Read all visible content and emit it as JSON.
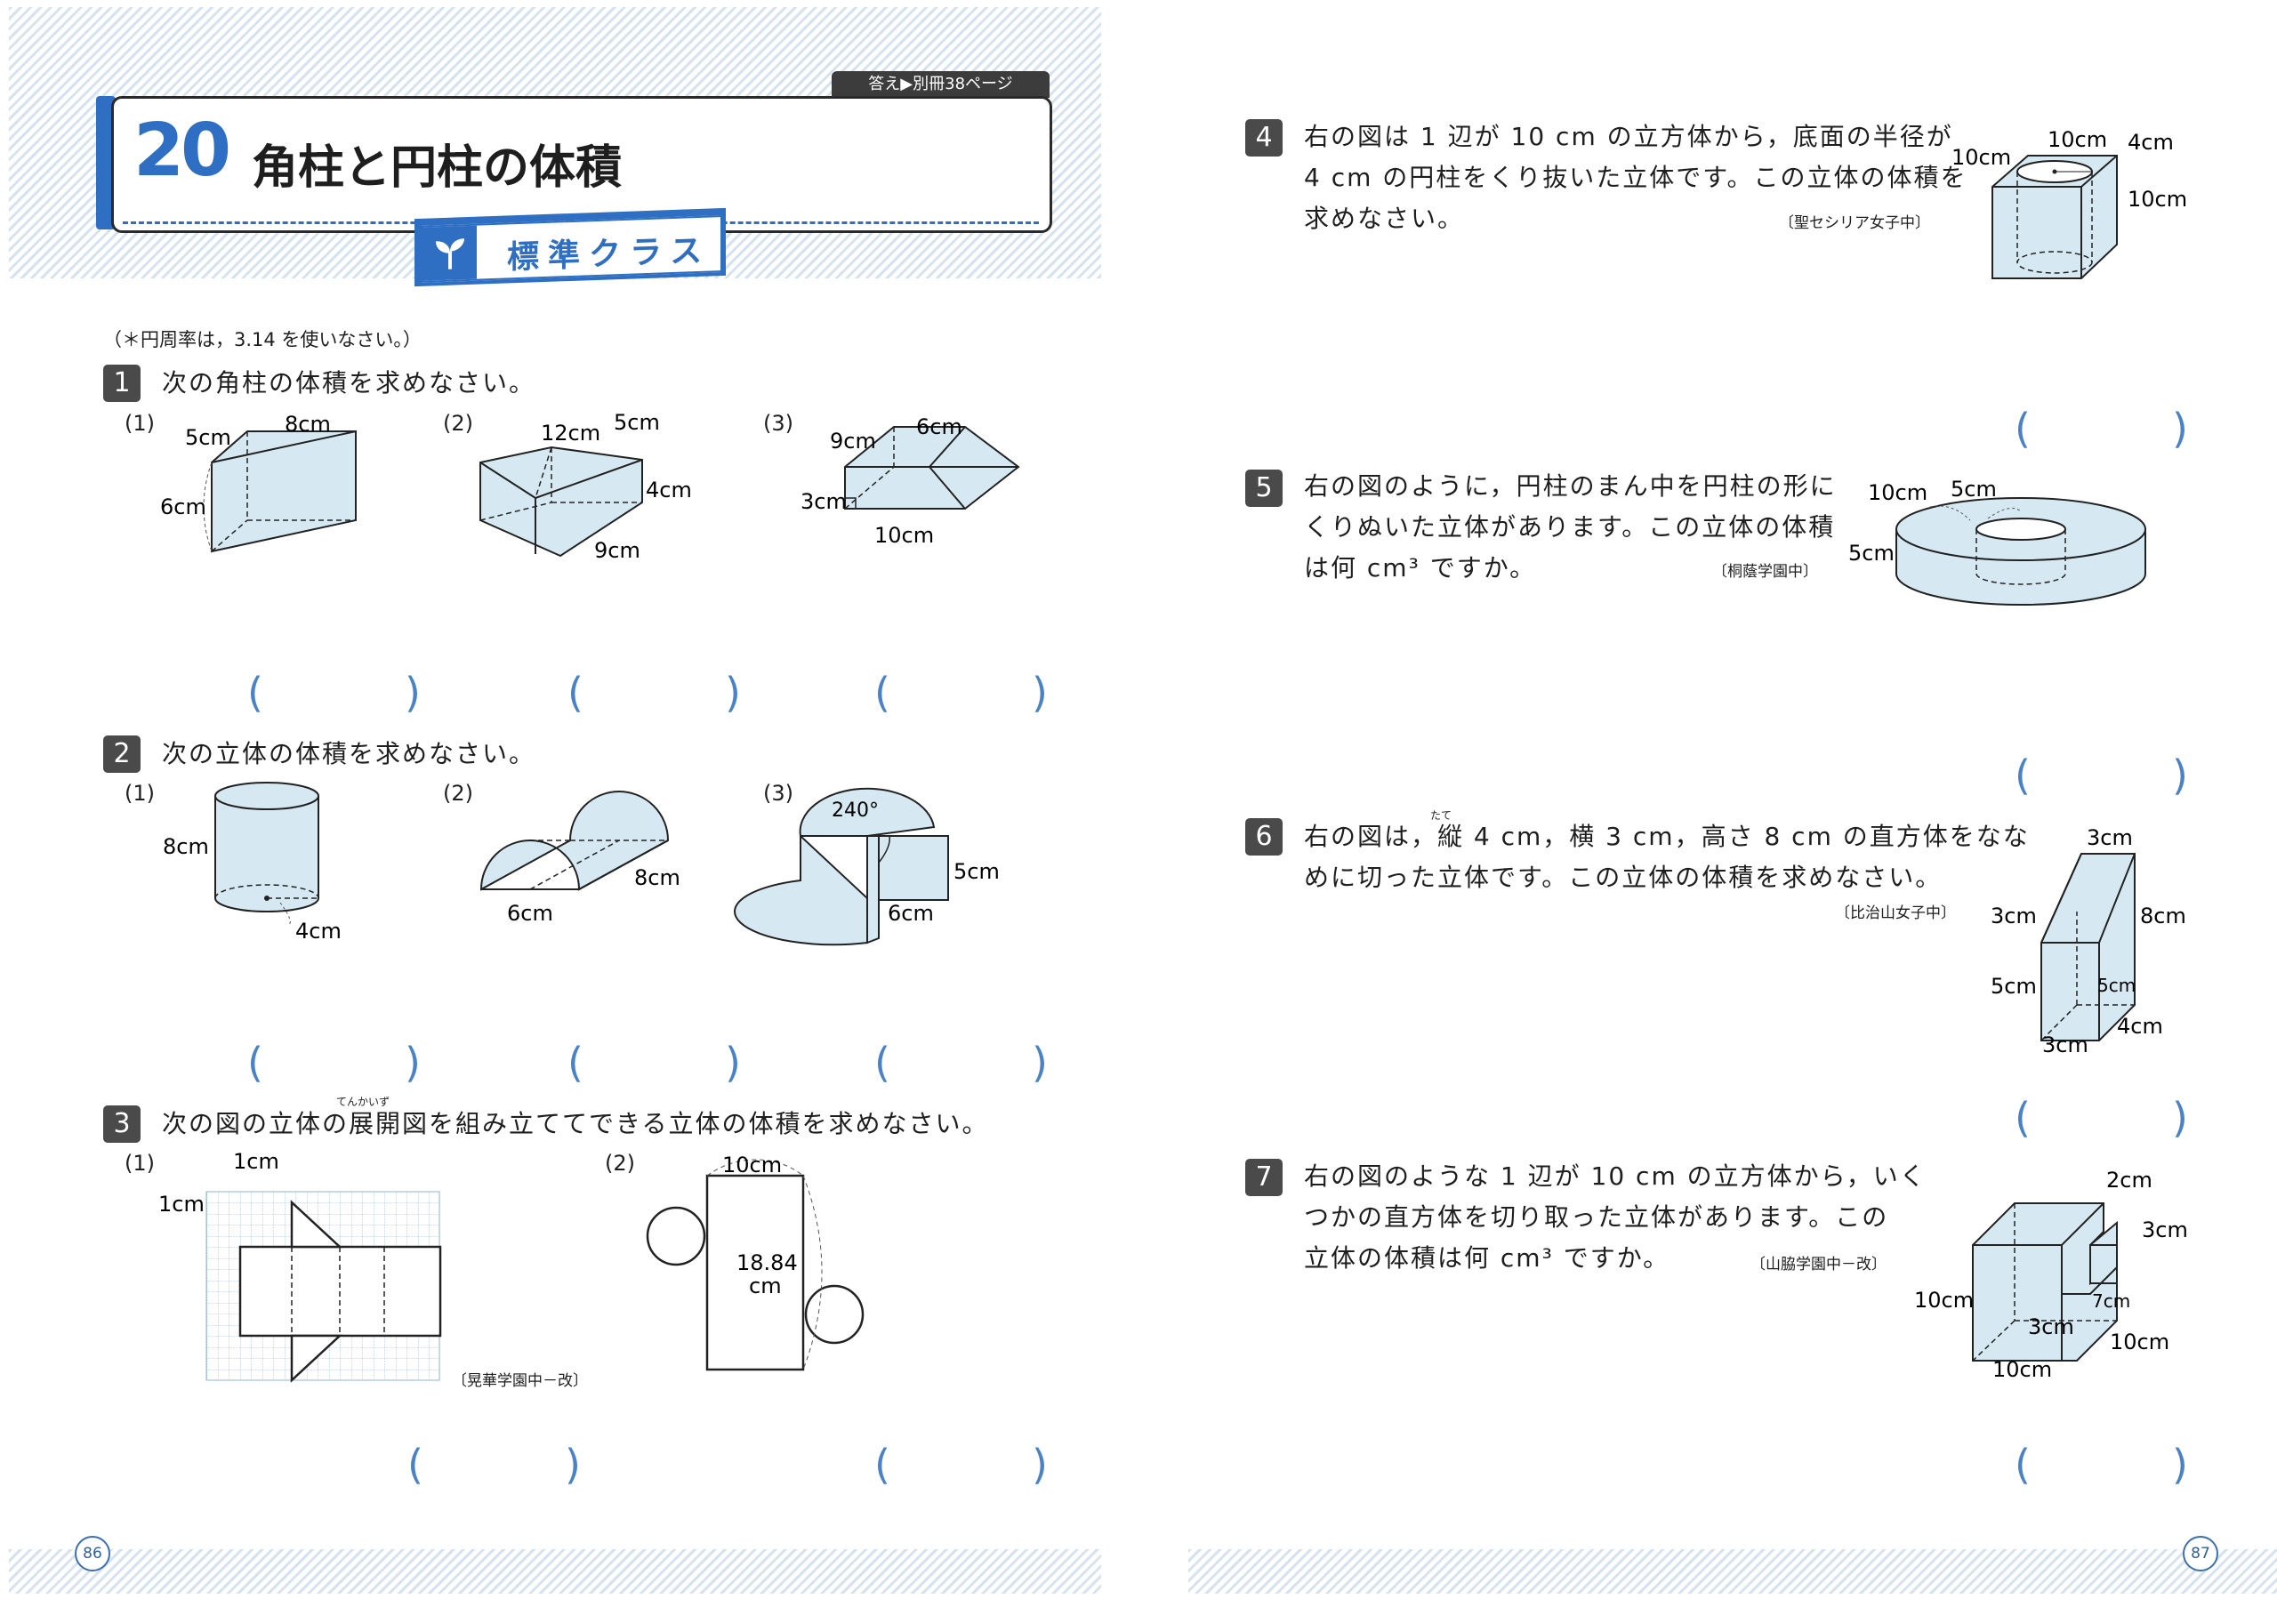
{
  "header": {
    "answer_ref": "答え▶別冊38ページ",
    "number": "20",
    "title": "角柱と円柱の体積",
    "class_label": "標準クラス"
  },
  "note": "（＊円周率は，3.14 を使いなさい。）",
  "questions": {
    "q1": {
      "num": "1",
      "text": "次の角柱の体積を求めなさい。",
      "subs": [
        "(1)",
        "(2)",
        "(3)"
      ]
    },
    "q2": {
      "num": "2",
      "text": "次の立体の体積を求めなさい。",
      "subs": [
        "(1)",
        "(2)",
        "(3)"
      ]
    },
    "q3": {
      "num": "3",
      "text": "次の図の立体の展開図を組み立ててできる立体の体積を求めなさい。",
      "ruby": "てんかいず",
      "subs": [
        "(1)",
        "(2)"
      ],
      "source": "〔晃華学園中－改〕"
    },
    "q4": {
      "num": "4",
      "lines": [
        "右の図は 1 辺が 10 cm の立方体から，底面の半径が",
        "4 cm の円柱をくり抜いた立体です。この立体の体積を",
        "求めなさい。"
      ],
      "source": "〔聖セシリア女子中〕"
    },
    "q5": {
      "num": "5",
      "lines": [
        "右の図のように，円柱のまん中を円柱の形に",
        "くりぬいた立体があります。この立体の体積",
        "は何 cm³ ですか。"
      ],
      "source": "〔桐蔭学園中〕"
    },
    "q6": {
      "num": "6",
      "lines": [
        "右の図は，縦 4 cm，横 3 cm，高さ 8 cm の直方体をなな",
        "めに切った立体です。この立体の体積を求めなさい。"
      ],
      "ruby": "たて",
      "source": "〔比治山女子中〕"
    },
    "q7": {
      "num": "7",
      "lines": [
        "右の図のような 1 辺が 10 cm の立方体から，いく",
        "つかの直方体を切り取った立体があります。この",
        "立体の体積は何 cm³ ですか。"
      ],
      "source": "〔山脇学園中－改〕"
    }
  },
  "figure_labels": {
    "q1_1": [
      "5cm",
      "8cm",
      "6cm"
    ],
    "q1_2": [
      "12cm",
      "5cm",
      "4cm",
      "9cm"
    ],
    "q1_3": [
      "9cm",
      "6cm",
      "3cm",
      "10cm"
    ],
    "q2_1": [
      "8cm",
      "4cm"
    ],
    "q2_2": [
      "8cm",
      "6cm"
    ],
    "q2_3": [
      "240°",
      "5cm",
      "6cm"
    ],
    "q3_1": [
      "1cm",
      "1cm"
    ],
    "q3_2": [
      "10cm",
      "18.84",
      "cm"
    ],
    "q4": [
      "10cm",
      "4cm",
      "10cm",
      "10cm"
    ],
    "q5": [
      "10cm",
      "5cm",
      "5cm"
    ],
    "q6": [
      "3cm",
      "3cm",
      "8cm",
      "5cm",
      "5cm",
      "3cm",
      "4cm"
    ],
    "q7": [
      "2cm",
      "3cm",
      "10cm",
      "7cm",
      "3cm",
      "10cm",
      "10cm"
    ]
  },
  "answer_paren": {
    "open": "(",
    "close": ")"
  },
  "page_numbers": {
    "left": "86",
    "right": "87"
  },
  "colors": {
    "accent": "#2f6fc3",
    "fill": "#d6e9f2",
    "paren": "#4a82c8"
  }
}
